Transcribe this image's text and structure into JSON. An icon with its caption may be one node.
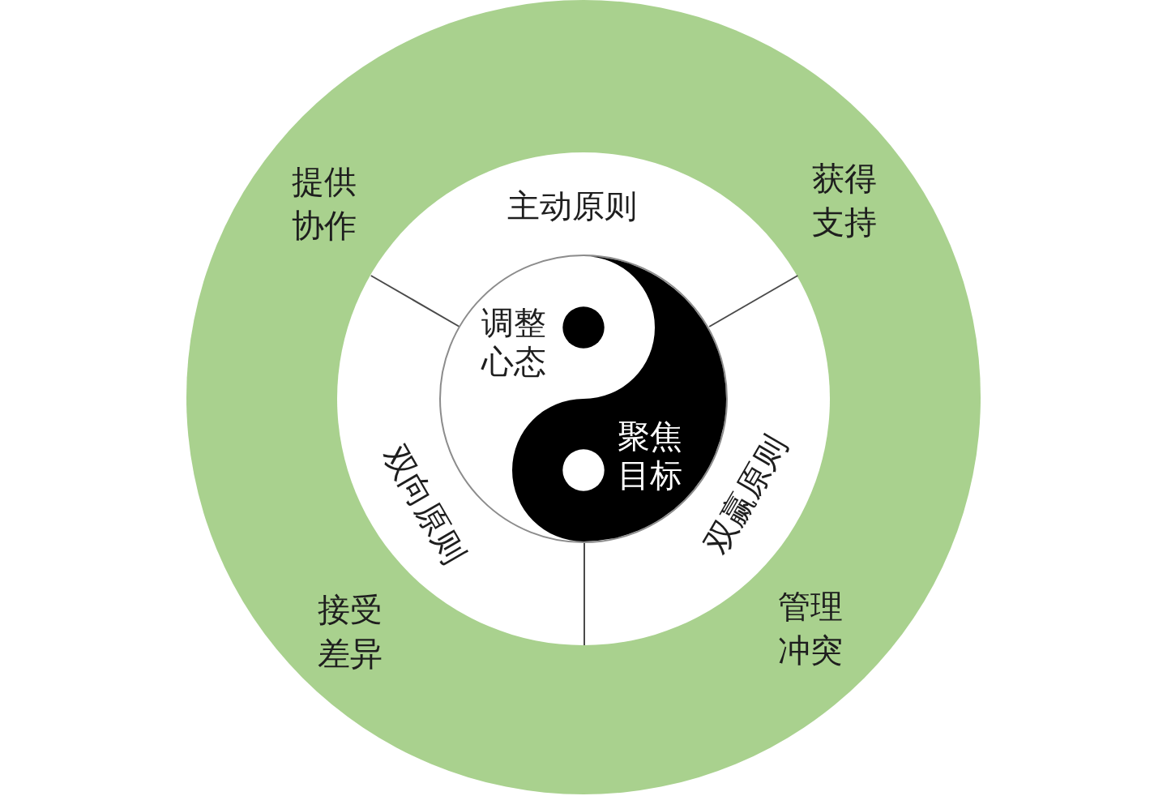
{
  "diagram": {
    "nodes": [
      {
        "text": [],
        "shape": "circle"
      },
      {
        "text": [
          "主动原则",
          "双向原则",
          "双赢原则"
        ],
        "in": 0
      },
      {
        "text": [
          "调整心态",
          "聚焦目标"
        ],
        "in": 1
      }
    ],
    "labels": [
      "提供协作",
      "获得支持",
      "接受差异",
      "管理冲突"
    ]
  }
}
